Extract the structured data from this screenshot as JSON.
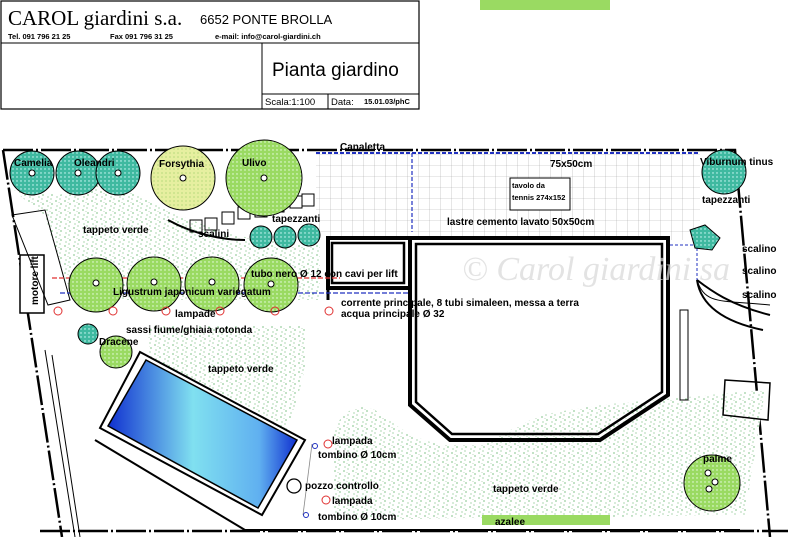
{
  "title_block": {
    "company": "CAROL giardini s.a.",
    "location": "6652  PONTE  BROLLA",
    "tel": "Tel. 091  796  21  25",
    "fax": "Fax 091  796  31  25",
    "email": "e-mail: info@carol-giardini.ch",
    "drawing_title": "Pianta  giardino",
    "scale": "Scala:1:100",
    "date_label": "Data:",
    "date_value": "15.01.03/phC"
  },
  "watermark": "© Carol giardini sa",
  "labels": {
    "canaletta": "Canaletta",
    "tile_size": "75x50cm",
    "table_tennis_1": "tavolo da",
    "table_tennis_2": "tennis 274x152",
    "paving": "lastre cemento lavato 50x50cm",
    "camelia": "Camelia",
    "oleandri": "Oleandri",
    "forsythia": "Forsythia",
    "ulivo": "Ulivo",
    "viburnum": "Viburnum tinus",
    "tapezzanti_right": "tapezzanti",
    "tapezzanti_left": "tapezzanti",
    "tappeto_verde_1": "tappeto verde",
    "scalini": "scalini",
    "motore_lift": "motore lift",
    "tubo_nero": "tubo nero Ø 12 con cavi per lift",
    "ligustrum": "Ligustrum japonicum variegatum",
    "corrente": "corrente principale, 8 tubi simaleen, messa a terra",
    "acqua": "acqua principale Ø 32",
    "lampade": "lampade",
    "sassi": "sassi fiume/ghiaia rotonda",
    "dracene": "Dracene",
    "tappeto_verde_2": "tappeto verde",
    "scalino_1": "scalino",
    "scalino_2": "scalino",
    "scalino_3": "scalino",
    "lampada_1": "lampada",
    "tombino_1": "tombino Ø 10cm",
    "pozzo": "pozzo controllo",
    "lampada_2": "lampada",
    "tombino_2": "tombino Ø 10cm",
    "tappeto_verde_3": "tappeto verde",
    "azalee": "azalee",
    "palme": "palme"
  },
  "colors": {
    "tree_teal": "#3fb9a0",
    "tree_green": "#8fd45a",
    "tree_yellow": "#e8f0a0",
    "lawn": "#2e9a3a",
    "pool_dark": "#1030d0",
    "pool_light": "#a0f0f0",
    "pipe_red": "#e03030",
    "pipe_blue": "#2030c0"
  }
}
